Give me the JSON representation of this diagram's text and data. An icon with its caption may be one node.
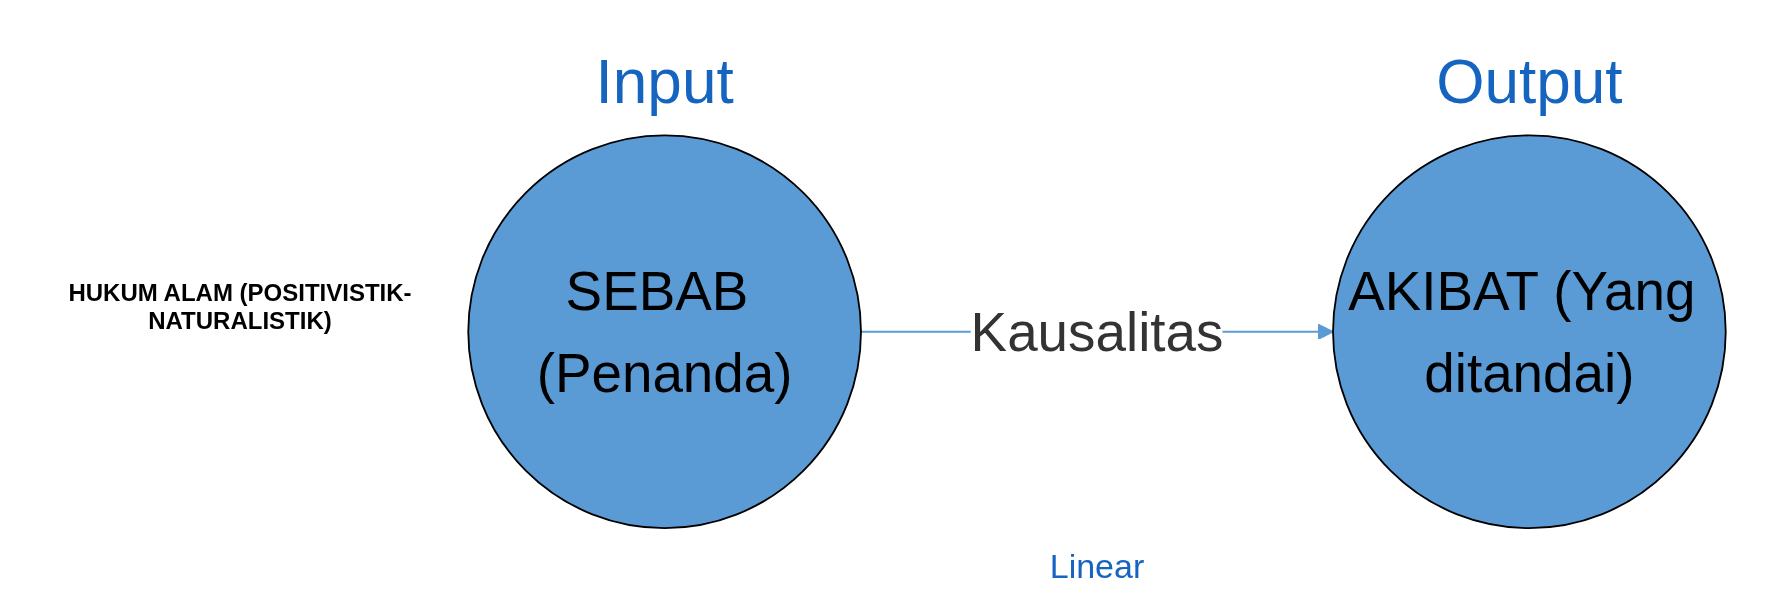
{
  "diagram": {
    "nodes": [
      {
        "text": [
          "SEBAB (Penanda)"
        ],
        "beside": [
          "Input"
        ]
      },
      {
        "text": [
          "AKIBAT (Yang ditandai)"
        ],
        "beside": [
          "Output"
        ]
      }
    ],
    "edges": [
      {
        "from": 0,
        "to": 1,
        "arrow": "to",
        "label": "Kausalitas"
      }
    ],
    "labels": [
      "HUKUM ALAM (POSITIVISTIK-NATURALISTIK)",
      "Linear"
    ]
  }
}
